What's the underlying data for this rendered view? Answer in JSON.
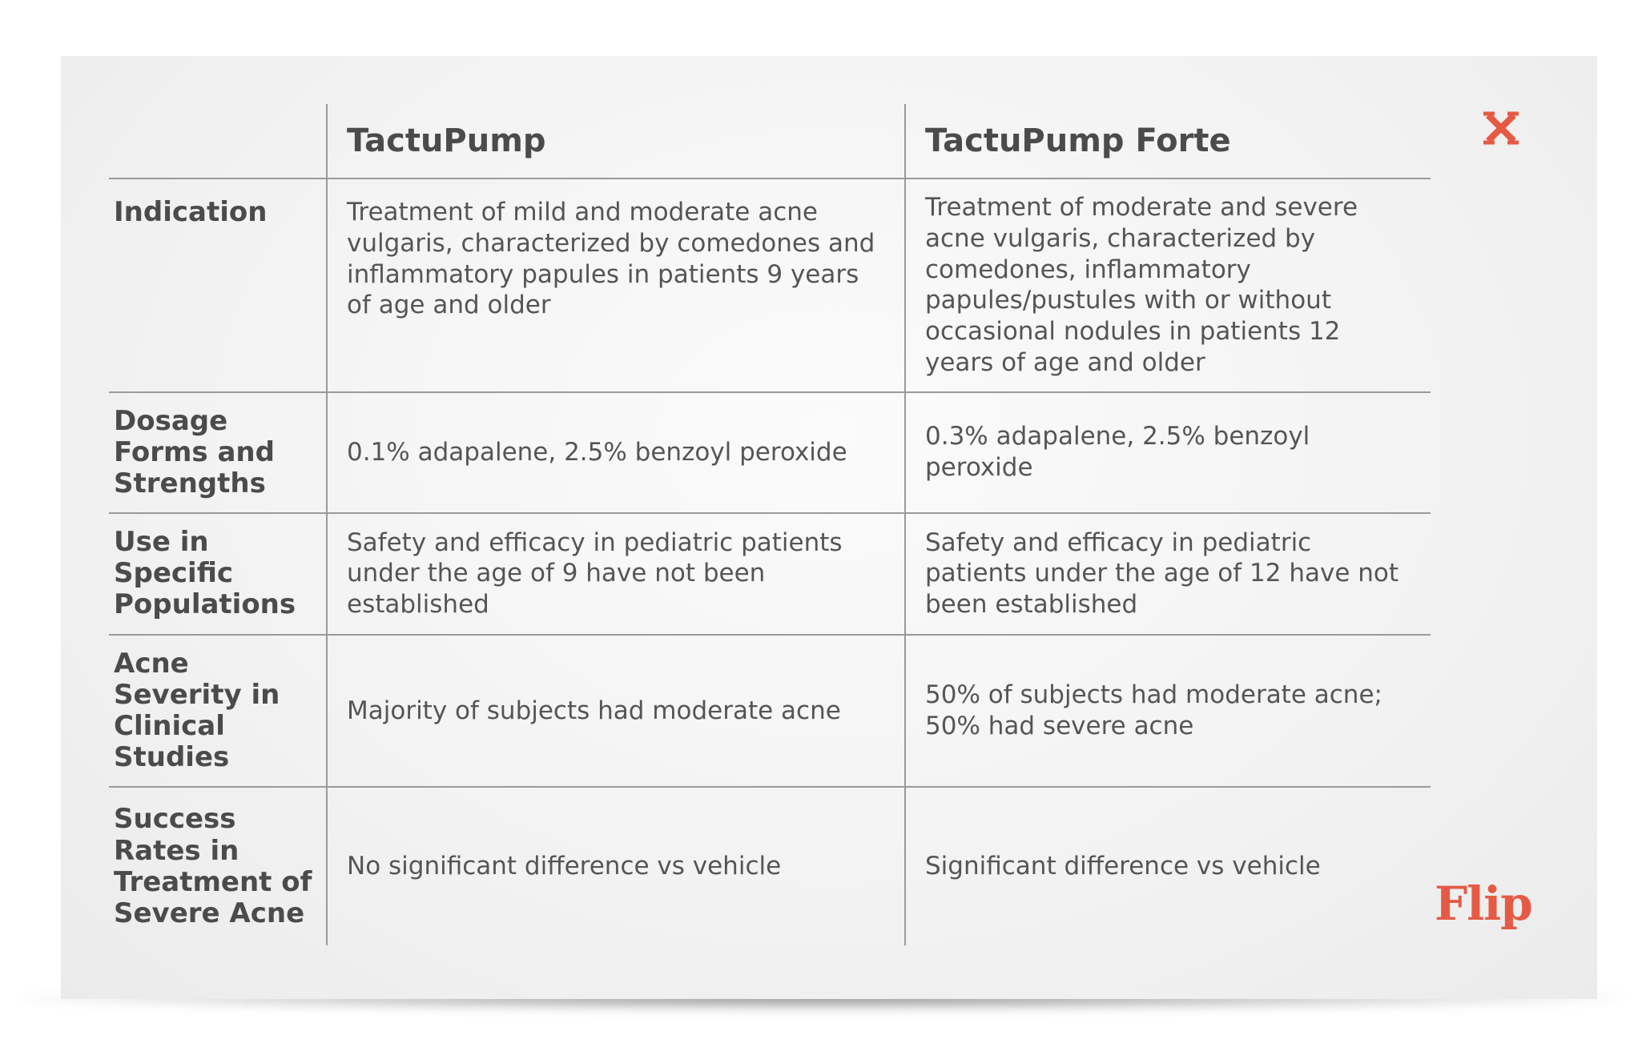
{
  "table": {
    "columns": [
      "",
      "TactuPump",
      "TactuPump Forte"
    ],
    "rows": [
      {
        "label": "Indication",
        "tactupump": "Treatment of mild and moderate acne vulgaris, characterized by comedones and inflammatory papules in patients 9 years of age and older",
        "forte": "Treatment of moderate and severe acne vulgaris, characterized by comedones, inflammatory papules/pustules with or without occasional nodules in patients 12 years of age and older"
      },
      {
        "label": "Dosage Forms and Strengths",
        "tactupump": "0.1% adapalene, 2.5% benzoyl peroxide",
        "forte": "0.3% adapalene, 2.5% benzoyl peroxide"
      },
      {
        "label": "Use in Specific Populations",
        "tactupump": "Safety and efficacy in pediatric patients under the age of 9 have not been established",
        "forte": "Safety and efficacy in pediatric patients under the age of 12 have not been established"
      },
      {
        "label": "Acne Severity in Clinical Studies",
        "tactupump": "Majority of subjects had moderate acne",
        "forte": "50% of subjects had moderate acne; 50% had severe acne"
      },
      {
        "label": "Success Rates in Treatment of Severe Acne",
        "tactupump": "No significant difference vs vehicle",
        "forte": "Significant difference vs vehicle"
      }
    ]
  },
  "controls": {
    "close_icon": "close-icon",
    "flip_label": "Flip"
  },
  "colors": {
    "accent": "#e65a45",
    "card_background": "#f3f3f3",
    "text": "#4f4f4f",
    "rule": "#9a9a9a"
  }
}
